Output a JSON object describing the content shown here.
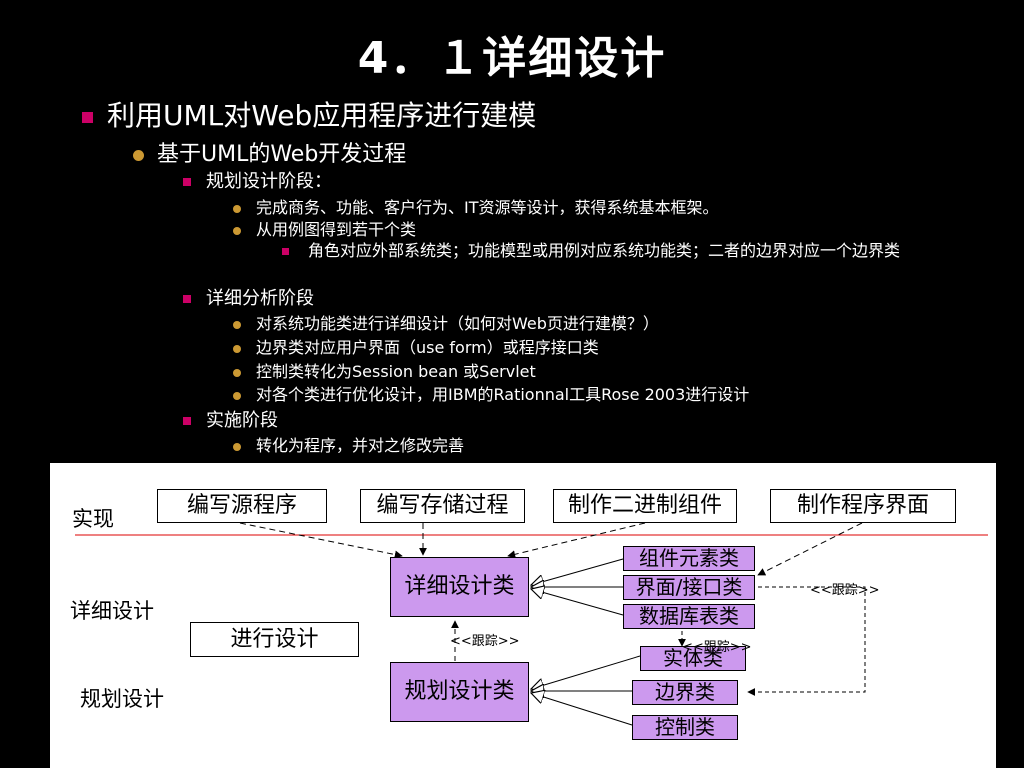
{
  "slide": {
    "title": "4．１详细设计"
  },
  "bullets": {
    "l1": "利用UML对Web应用程序进行建模",
    "l2": "基于UML的Web开发过程",
    "phase1": "规划设计阶段：",
    "p1_items": [
      "完成商务、功能、客户行为、IT资源等设计，获得系统基本框架。",
      "从用例图得到若干个类"
    ],
    "p1_sub": "角色对应外部系统类；功能模型或用例对应系统功能类；二者的边界对应一个边界类",
    "phase2": "详细分析阶段",
    "p2_items": [
      "对系统功能类进行详细设计（如何对Web页进行建模？）",
      "边界类对应用户界面（use form）或程序接口类",
      "控制类转化为Session bean 或Servlet",
      "对各个类进行优化设计，用IBM的Rationnal工具Rose 2003进行设计"
    ],
    "phase3": "实施阶段",
    "p3_items": [
      "转化为程序，并对之修改完善"
    ]
  },
  "diagram": {
    "level_labels": [
      "实现",
      "详细设计",
      "规划设计"
    ],
    "top_boxes": [
      "编写源程序",
      "编写存储过程",
      "制作二进制组件",
      "制作程序界面"
    ],
    "detail_class": "详细设计类",
    "plan_class": "规划设计类",
    "do_design": "进行设计",
    "detail_items": [
      "组件元素类",
      "界面/接口类",
      "数据库表类"
    ],
    "plan_items": [
      "实体类",
      "边界类",
      "控制类"
    ],
    "trace_label": "<<跟踪>>",
    "colors": {
      "purple": "#cc99ee",
      "redline": "#dd0000",
      "bullet_square": "#cc0066",
      "bullet_dot": "#cc9933"
    }
  }
}
